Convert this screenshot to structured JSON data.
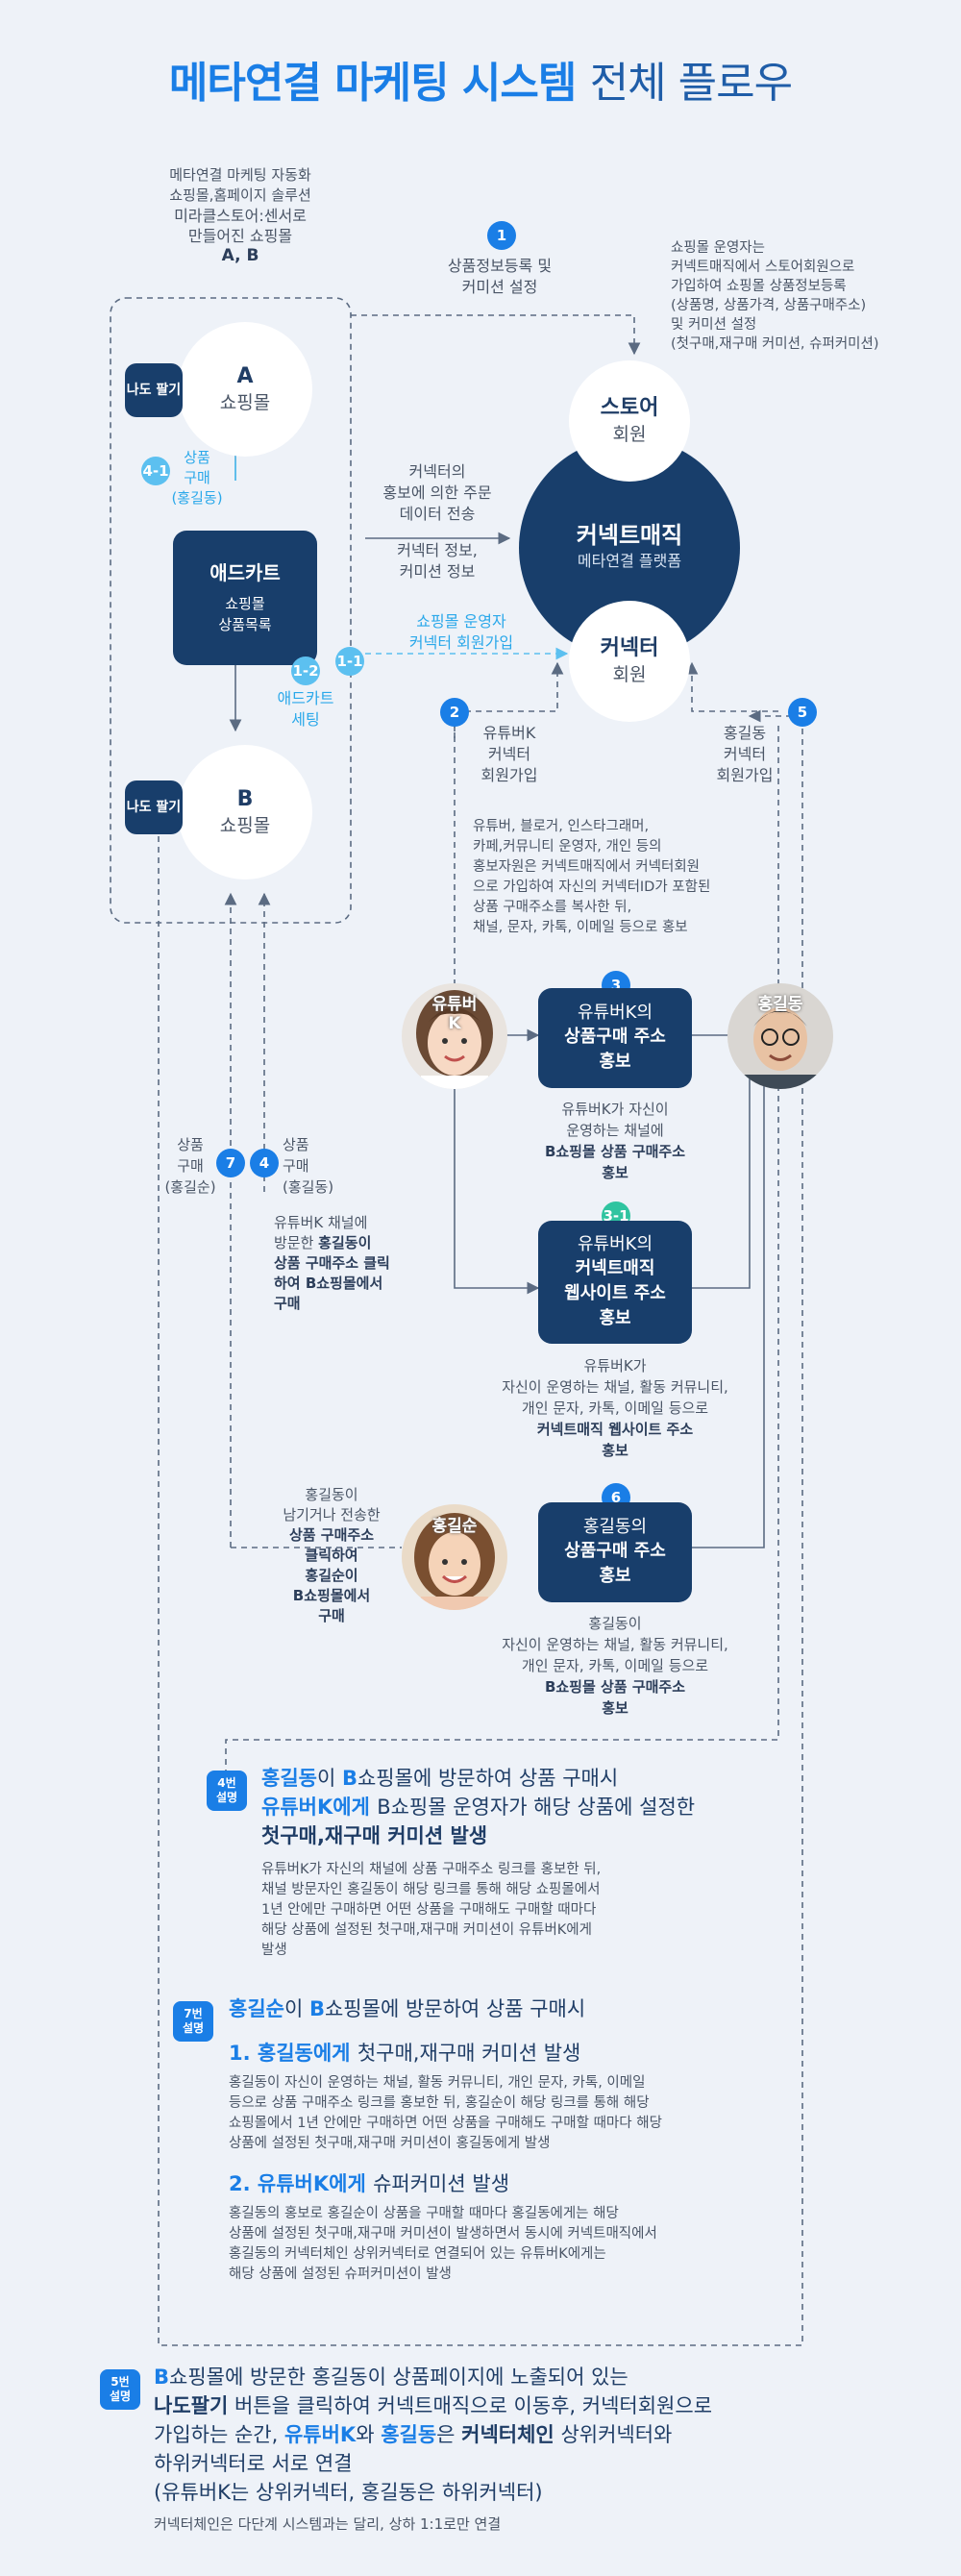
{
  "title": {
    "highlight": "메타연결 마케팅 시스템",
    "rest": "전체 플로우"
  },
  "intro": {
    "line1": "메타연결 마케팅 자동화",
    "line2": "쇼핑몰,홈페이지 솔루션",
    "line3": "미라클스토어:센서로",
    "line4": "만들어진 쇼핑몰",
    "line5": "A, B"
  },
  "step1": {
    "num": "1",
    "line1": "상품정보등록 및",
    "line2": "커미션 설정"
  },
  "store_note": {
    "line1": "쇼핑몰 운영자는",
    "line2": "커넥트매직에서 스토어회원으로",
    "line3": "가입하여 쇼핑몰 상품정보등록",
    "line4": "(상품명, 상품가격, 상품구매주소)",
    "line5": "및 커미션 설정",
    "line6": "(첫구매,재구매 커미션, 슈퍼커미션)"
  },
  "shop_a": {
    "name": "A",
    "sub": "쇼핑몰",
    "nado": "나도 팔기"
  },
  "shop_b": {
    "name": "B",
    "sub": "쇼핑몰",
    "nado": "나도 팔기"
  },
  "step4_1": {
    "num": "4-1",
    "line1": "상품",
    "line2": "구매",
    "line3": "(홍길동)"
  },
  "adcart": {
    "title": "애드카트",
    "sub1": "쇼핑몰",
    "sub2": "상품목록"
  },
  "step1_2": {
    "num": "1-2",
    "line1": "애드카트",
    "line2": "세팅"
  },
  "connector_flow": {
    "line1": "커넥터의",
    "line2": "홍보에 의한 주문",
    "line3": "데이터 전송",
    "line4": "커넥터 정보,",
    "line5": "커미션 정보"
  },
  "step1_1": {
    "num": "1-1",
    "line1": "쇼핑몰 운영자",
    "line2": "커넥터 회원가입"
  },
  "connectmagic": {
    "title": "커넥트매직",
    "sub": "메타연결 플랫폼",
    "store_title": "스토어",
    "store_sub": "회원",
    "connector_title": "커넥터",
    "connector_sub": "회원"
  },
  "step2": {
    "num": "2",
    "line1": "유튜버K",
    "line2": "커넥터",
    "line3": "회원가입"
  },
  "step5": {
    "num": "5",
    "line1": "홍길동",
    "line2": "커넥터",
    "line3": "회원가입"
  },
  "promo_note": {
    "line1": "유튜버, 블로거, 인스타그래머,",
    "line2": "카페,커뮤니티 운영자, 개인 등의",
    "line3": "홍보자원은 커넥트매직에서 커넥터회원",
    "line4": "으로 가입하여 자신의 커넥터ID가 포함된",
    "line5": "상품 구매주소를 복사한 뒤,",
    "line6": "채널, 문자, 카톡, 이메일 등으로 홍보"
  },
  "youtuber": {
    "name": "유튜버",
    "name2": "K"
  },
  "hong": {
    "name": "홍길동"
  },
  "hongsun": {
    "name": "홍길순"
  },
  "step3": {
    "num": "3",
    "box1": "유튜버K의",
    "box2": "상품구매 주소",
    "box3": "홍보",
    "note1": "유튜버K가 자신이",
    "note2": "운영하는 채널에",
    "note3": "B쇼핑몰 상품 구매주소",
    "note4": "홍보"
  },
  "step3_1": {
    "num": "3-1",
    "box1": "유튜버K의",
    "box2": "커넥트매직",
    "box3": "웹사이트 주소",
    "box4": "홍보",
    "note1": "유튜버K가",
    "note2": "자신이 운영하는 채널, 활동 커뮤니티,",
    "note3": "개인 문자, 카톡, 이메일 등으로",
    "note4": "커넥트매직 웹사이트 주소",
    "note5": "홍보"
  },
  "step6": {
    "num": "6",
    "box1": "홍길동의",
    "box2": "상품구매 주소",
    "box3": "홍보",
    "note1": "홍길동이",
    "note2": "자신이 운영하는 채널, 활동 커뮤니티,",
    "note3": "개인 문자, 카톡, 이메일 등으로",
    "note4": "B쇼핑몰 상품 구매주소",
    "note5": "홍보"
  },
  "step7": {
    "num": "7",
    "line1": "상품",
    "line2": "구매",
    "line3": "(홍길순)"
  },
  "step4": {
    "num": "4",
    "line1": "상품",
    "line2": "구매",
    "line3": "(홍길동)",
    "note1": "유튜버K 채널에",
    "note2a": "방문한 ",
    "note2b": "홍길동이",
    "note3": "상품 구매주소 클릭",
    "note4": "하여 B쇼핑몰에서",
    "note5": "구매"
  },
  "hongsun_note": {
    "line1": "홍길동이",
    "line2a": "남기거나 전송한",
    "line3": "상품 구매주소",
    "line4": "클릭하여",
    "line5": "홍길순이",
    "line6": "B쇼핑몰에서",
    "line7": "구매"
  },
  "exp4": {
    "badge1": "4번",
    "badge2": "설명",
    "h1a": "홍길동",
    "h1b": "이 ",
    "h1c": "B",
    "h1d": "쇼핑몰에 방문하여 상품 구매시",
    "h2a": "유튜버K에게 ",
    "h2b": "B쇼핑몰 운영자가 해당 상품에 설정한",
    "h3": "첫구매,재구매 커미션 발생",
    "b1": "유튜버K가 자신의 채널에 상품 구매주소 링크를 홍보한 뒤,",
    "b2": "채널 방문자인 홍길동이 해당 링크를 통해 해당 쇼핑몰에서",
    "b3": "1년 안에만 구매하면 어떤 상품을 구매해도 구매할 때마다",
    "b4": "해당 상품에 설정된 첫구매,재구매 커미션이 유튜버K에게",
    "b5": "발생"
  },
  "exp7": {
    "badge1": "7번",
    "badge2": "설명",
    "ha": "홍길순",
    "hb": "이 ",
    "hc": "B",
    "hd": "쇼핑몰에 방문하여 상품 구매시",
    "s1a": "1. 홍길동에게 ",
    "s1b": "첫구매,재구매 커미션 발생",
    "s1l1": "홍길동이 자신이 운영하는 채널, 활동 커뮤니티, 개인 문자, 카톡, 이메일",
    "s1l2": "등으로 상품 구매주소 링크를 홍보한 뒤, 홍길순이 해당 링크를 통해 해당",
    "s1l3": "쇼핑몰에서 1년 안에만 구매하면 어떤 상품을 구매해도 구매할 때마다 해당",
    "s1l4": "상품에 설정된 첫구매,재구매 커미션이 홍길동에게 발생",
    "s2a": "2. 유튜버K에게 ",
    "s2b": "슈퍼커미션 발생",
    "s2l1": "홍길동의 홍보로 홍길순이 상품을 구매할 때마다 홍길동에게는 해당",
    "s2l2": "상품에 설정된 첫구매,재구매 커미션이 발생하면서 동시에 커넥트매직에서",
    "s2l3": "홍길동의 커넥터체인 상위커넥터로 연결되어 있는 유튜버K에게는",
    "s2l4": "해당 상품에 설정된 슈퍼커미션이 발생"
  },
  "exp5": {
    "badge1": "5번",
    "badge2": "설명",
    "l1a": "B",
    "l1b": "쇼핑몰에 방문한 홍길동이 상품페이지에 노출되어 있는",
    "l2a": "나도팔기",
    "l2b": " 버튼을 클릭하여 커넥트매직으로 이동후, 커넥터회원으로",
    "l3a": "가입하는 순간, ",
    "l3b": "유튜버K",
    "l3c": "와 ",
    "l3d": "홍길동",
    "l3e": "은 ",
    "l3f": "커넥터체인",
    "l3g": " 상위커넥터와",
    "l4": "하위커넥터로 서로 연결",
    "l5": "(유튜버K는 상위커넥터, 홍길동은 하위커넥터)",
    "l6": "커넥터체인은 다단계 시스템과는 달리, 상하 1:1로만 연결"
  },
  "colors": {
    "navy": "#183e6b",
    "blue": "#1a7ee6",
    "light_blue": "#2aa8ea",
    "bg": "#eef2f8"
  }
}
